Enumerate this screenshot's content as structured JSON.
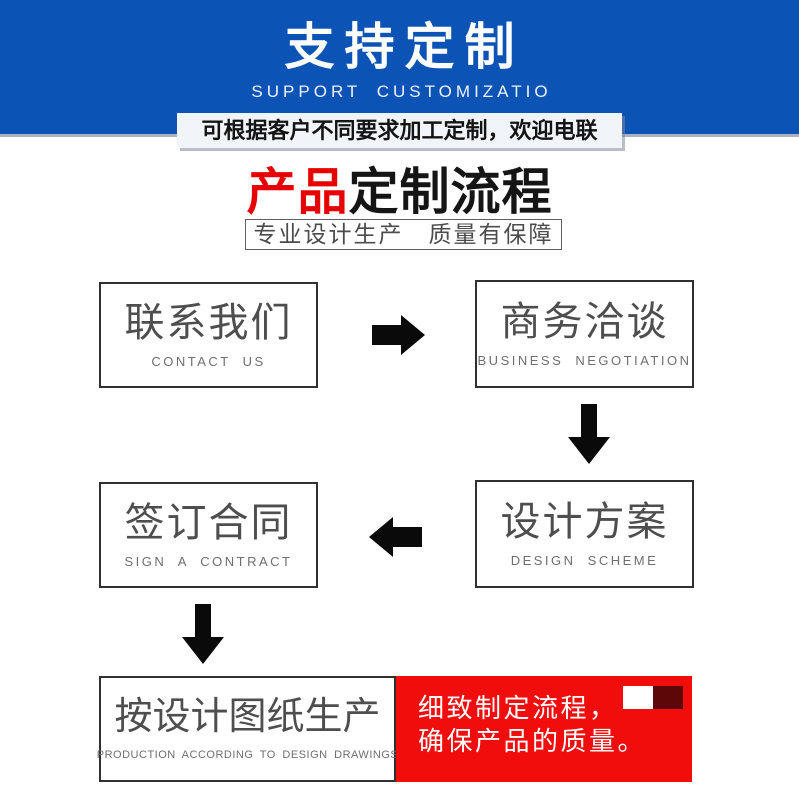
{
  "colors": {
    "banner-blue": "#0b53b4",
    "accent-red": "#e60000",
    "callout-red": "#f20d0d",
    "callout-dark-square": "#5e0708",
    "arrow-black": "#0a0a0a"
  },
  "banner": {
    "title": "支持定制",
    "subtitle": "SUPPORT CUSTOMIZATIO",
    "note": "可根据客户不同要求加工定制，欢迎电联"
  },
  "section": {
    "title_highlight": "产品",
    "title_rest": "定制流程",
    "tagline": "专业设计生产　质量有保障"
  },
  "flow": {
    "steps": [
      {
        "zh": "联系我们",
        "en": "CONTACT US"
      },
      {
        "zh": "商务洽谈",
        "en": "BUSINESS NEGOTIATION"
      },
      {
        "zh": "签订合同",
        "en": "SIGN A CONTRACT"
      },
      {
        "zh": "设计方案",
        "en": "DESIGN SCHEME"
      },
      {
        "zh": "按设计图纸生产",
        "en": "PRODUCTION ACCORDING TO DESIGN DRAWINGS"
      }
    ],
    "arrows": [
      "right",
      "down",
      "left",
      "down"
    ]
  },
  "callout": {
    "line1": "细致制定流程，",
    "line2": "确保产品的质量。"
  }
}
